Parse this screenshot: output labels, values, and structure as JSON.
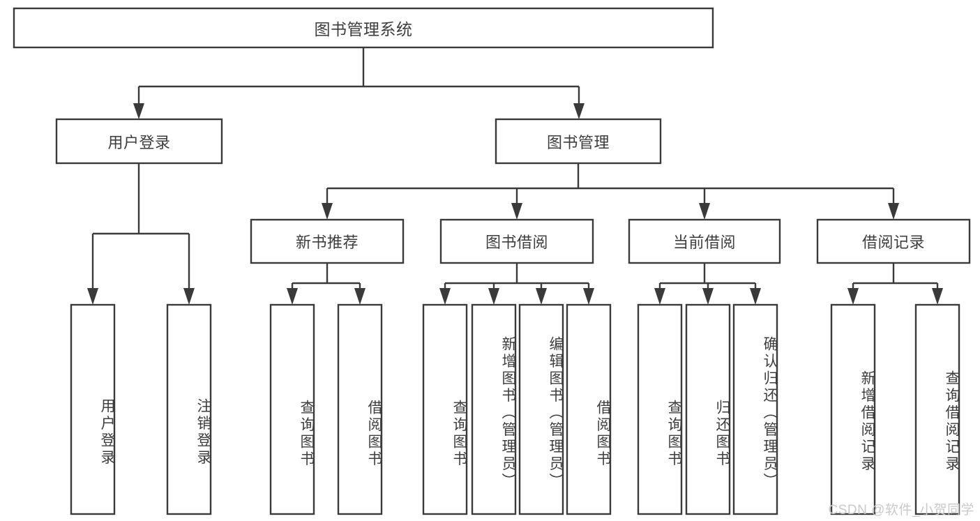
{
  "diagram": {
    "title": "图书管理系统",
    "type": "hierarchy-tree",
    "watermark": "CSDN @软件_小贺同学",
    "colors": {
      "stroke": "#3a3a3a",
      "box_fill": "#ffffff",
      "text": "#3d3d3d",
      "background": "#ffffff",
      "watermark": "#c9c9c9"
    },
    "levels": {
      "root": {
        "label": "图书管理系统"
      },
      "level2": [
        {
          "label": "用户登录"
        },
        {
          "label": "图书管理"
        }
      ],
      "level3": [
        {
          "label": "新书推荐"
        },
        {
          "label": "图书借阅"
        },
        {
          "label": "当前借阅"
        },
        {
          "label": "借阅记录"
        }
      ]
    },
    "leaves": {
      "user_login": [
        {
          "label": "用户登录"
        },
        {
          "label": "注销登录"
        }
      ],
      "new_book_recommend": [
        {
          "label": "查询图书"
        },
        {
          "label": "借阅图书"
        }
      ],
      "book_borrow": [
        {
          "label": "查询图书"
        },
        {
          "label": "新增图书（管理员）"
        },
        {
          "label": "编辑图书（管理员）"
        },
        {
          "label": "借阅图书"
        }
      ],
      "current_borrow": [
        {
          "label": "查询图书"
        },
        {
          "label": "归还图书"
        },
        {
          "label": "确认归还（管理员）"
        }
      ],
      "borrow_record": [
        {
          "label": "新增借阅记录"
        },
        {
          "label": "查询借阅记录"
        }
      ]
    }
  }
}
